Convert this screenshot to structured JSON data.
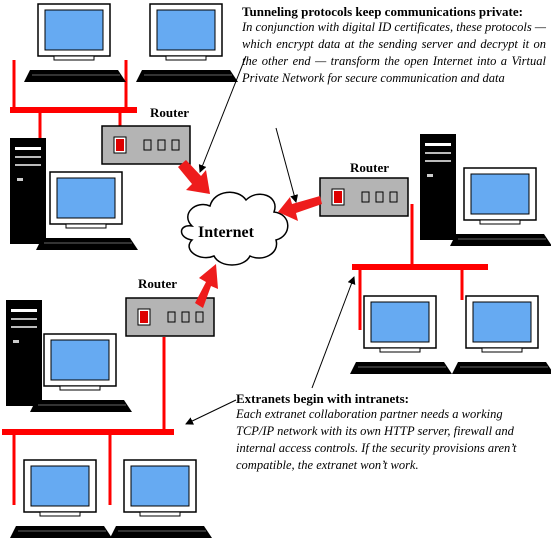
{
  "labels": {
    "router": "Router",
    "internet": "Internet"
  },
  "notes": {
    "tunneling": {
      "title": "Tunneling protocols keep communications private:",
      "body": "In conjunction with digital ID certificates, these protocols — which encrypt data at the sending server and decrypt it on the other end — transform the open Internet into a Virtual Private Network for secure communication and data"
    },
    "extranets": {
      "title": "Extranets begin with intranets:",
      "body": "Each extranet collaboration partner needs a working TCP/IP network with its own HTTP server, firewall and internal access controls. If the security provisions aren’t compatible, the extranet won’t work."
    }
  },
  "colors": {
    "network_line": "#ff0000",
    "arrow": "#ee1c1c",
    "screen": "#66aaf2",
    "router_body": "#b4b4b4",
    "router_led": "#dd0000",
    "outline": "#000000"
  }
}
